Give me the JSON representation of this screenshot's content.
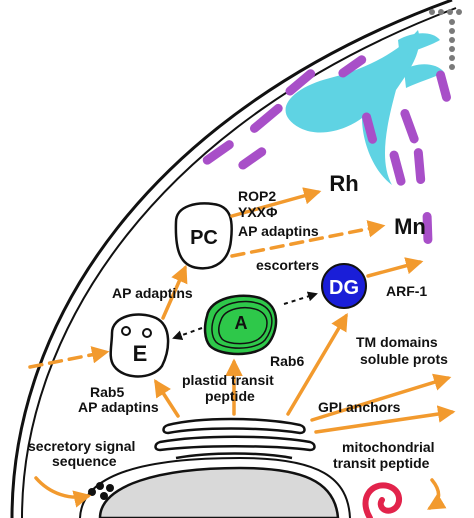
{
  "colors": {
    "arrow": "#F29A2E",
    "rhoptry": "#5FD3E3",
    "microneme": "#A84FC8",
    "apicoplast_fill": "#2EC84A",
    "dense_granule": "#1A1ED8",
    "nucleus": "#D9D9D9",
    "mitochondrion": "#E2234B",
    "outline": "#111111"
  },
  "organelles": {
    "rhoptry": "Rh",
    "microneme": "Mn",
    "pre_condensing": "PC",
    "endosome": "E",
    "apicoplast": "A",
    "dense_granule": "DG"
  },
  "labels": {
    "rop2": "ROP2",
    "yxx": "YXXΦ",
    "ap_adaptins_escorters_1": "AP adaptins",
    "ap_adaptins_escorters_2": "escorters",
    "ap_adaptins": "AP adaptins",
    "arf1": "ARF-1",
    "rab6": "Rab6",
    "tm_domains": "TM domains",
    "soluble_prots": "soluble prots",
    "rab5": "Rab5",
    "rab5_ap_adaptins": "AP adaptins",
    "plastid_transit_1": "plastid transit",
    "plastid_transit_2": "peptide",
    "gpi_anchors": "GPI anchors",
    "secretory_signal_1": "secretory signal",
    "secretory_signal_2": "sequence",
    "mito_transit_1": "mitochondrial",
    "mito_transit_2": "transit peptide"
  }
}
